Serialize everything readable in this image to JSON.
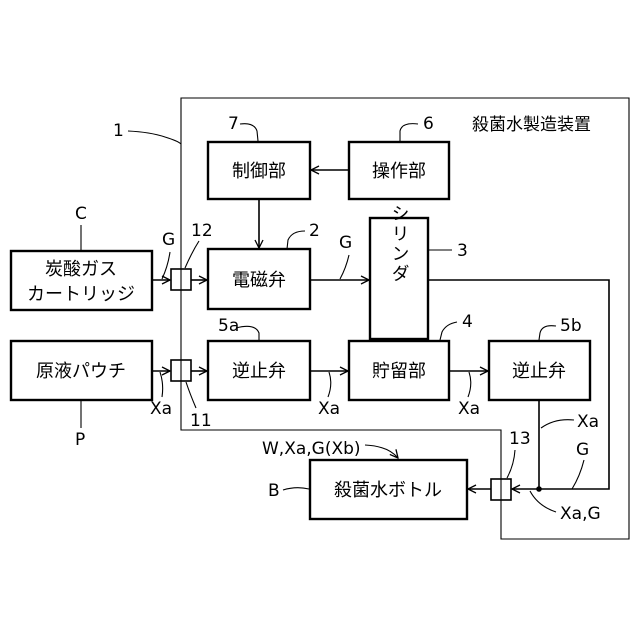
{
  "title": "殺菌水製造装置",
  "boxes": {
    "control": "制御部",
    "operation": "操作部",
    "solenoid": "電磁弁",
    "cylinder": "シリンダ",
    "co2_line1": "炭酸ガス",
    "co2_line2": "カートリッジ",
    "pouch": "原液パウチ",
    "check_valve_a": "逆止弁",
    "storage": "貯留部",
    "check_valve_b": "逆止弁",
    "bottle": "殺菌水ボトル"
  },
  "refs": {
    "r1": "1",
    "r2": "2",
    "r3": "3",
    "r4": "4",
    "r5a": "5a",
    "r5b": "5b",
    "r6": "6",
    "r7": "7",
    "r11": "11",
    "r12": "12",
    "r13": "13",
    "rC": "C",
    "rP": "P",
    "rB": "B"
  },
  "flows": {
    "g_in": "G",
    "g_solenoid": "G",
    "xa_pouch": "Xa",
    "xa_check": "Xa",
    "xa_storage": "Xa",
    "xa_right": "Xa",
    "g_right": "G",
    "xag": "Xa,G",
    "bottle_contents": "W,Xa,G(Xb)"
  }
}
